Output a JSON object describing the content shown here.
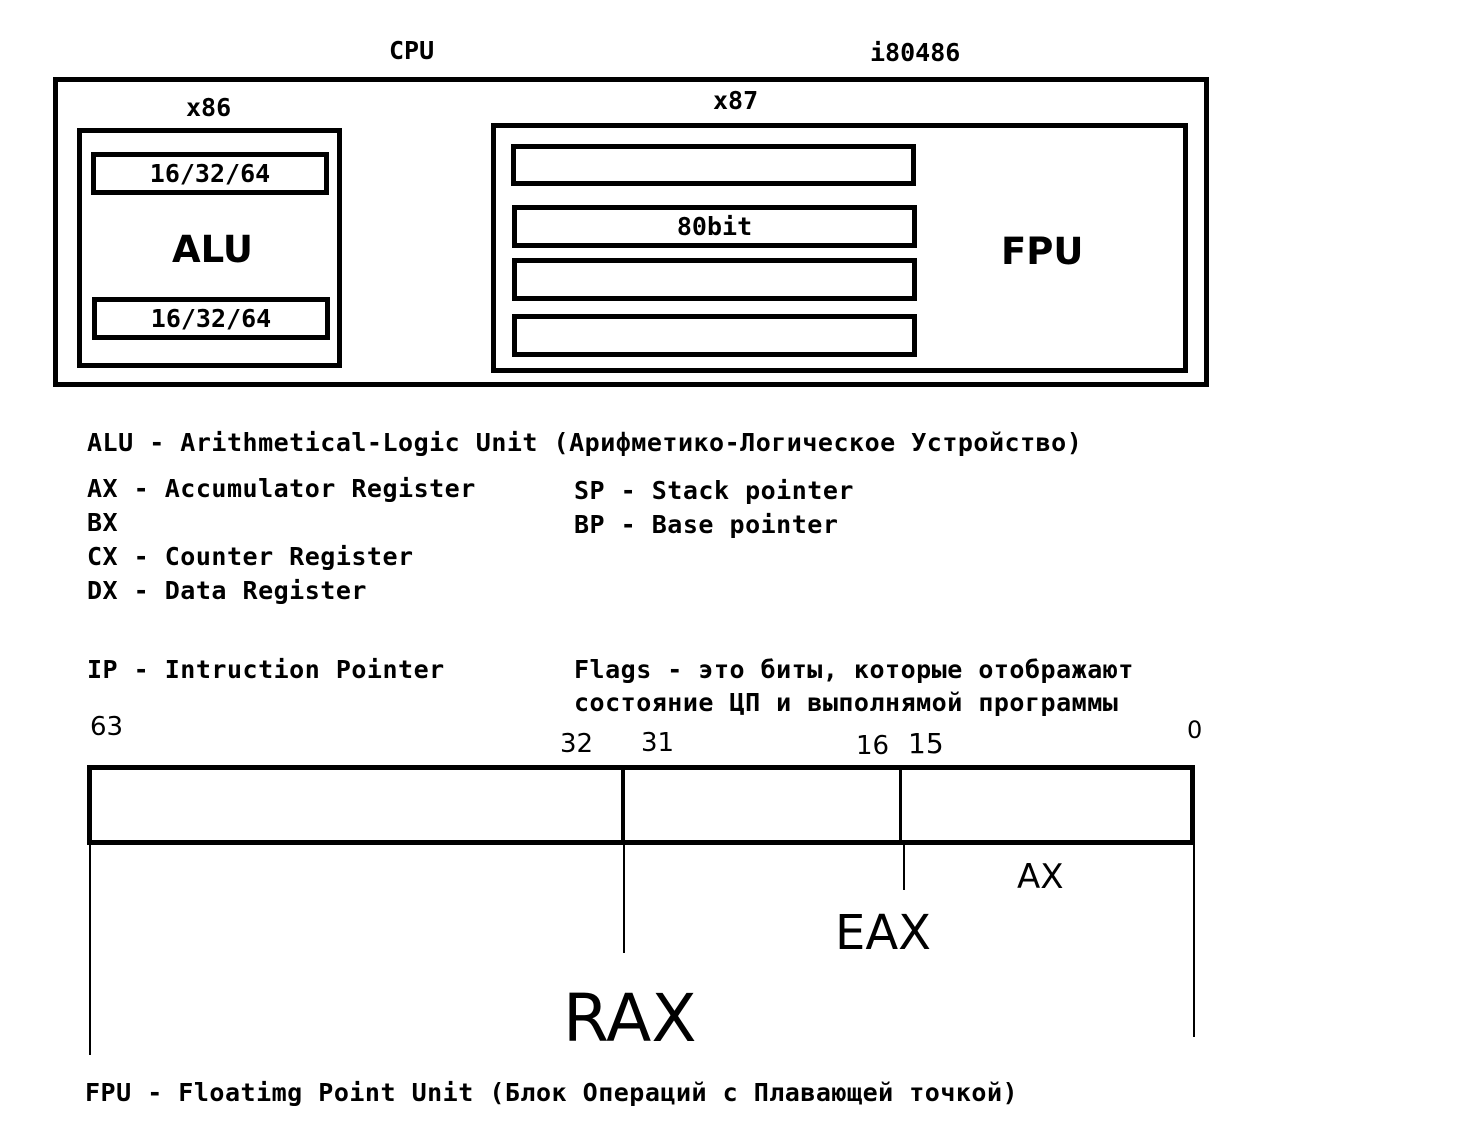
{
  "cpu_label": "CPU",
  "chip_label": "i80486",
  "x86": {
    "label": "x86",
    "register_top": "16/32/64",
    "alu_label": "ALU",
    "register_bottom": "16/32/64"
  },
  "x87": {
    "label": "x87",
    "registers": [
      "",
      "80bit",
      "",
      ""
    ],
    "fpu_label": "FPU"
  },
  "notes": {
    "alu_def": "ALU - Arithmetical-Logic Unit (Арифметико-Логическое Устройство)",
    "ax": "AX - Accumulator Register",
    "bx": "BX",
    "cx": "CX - Counter Register",
    "dx": "DX - Data Register",
    "sp": "SP - Stack pointer",
    "bp": "BP - Base pointer",
    "ip": "IP - Intruction Pointer",
    "flags_line1": "Flags - это биты, которые отображают",
    "flags_line2": "состояние ЦП и выполнямой программы",
    "fpu_def": "FPU - Floatimg Point Unit (Блок Операций с Плавающей точкой)"
  },
  "register_diagram": {
    "bit_labels": {
      "b63": "63",
      "b32": "32",
      "b31": "31",
      "b16": "16",
      "b15": "15",
      "b0": "0"
    },
    "ax_label": "AX",
    "eax_label": "EAX",
    "rax_label": "RAX"
  }
}
